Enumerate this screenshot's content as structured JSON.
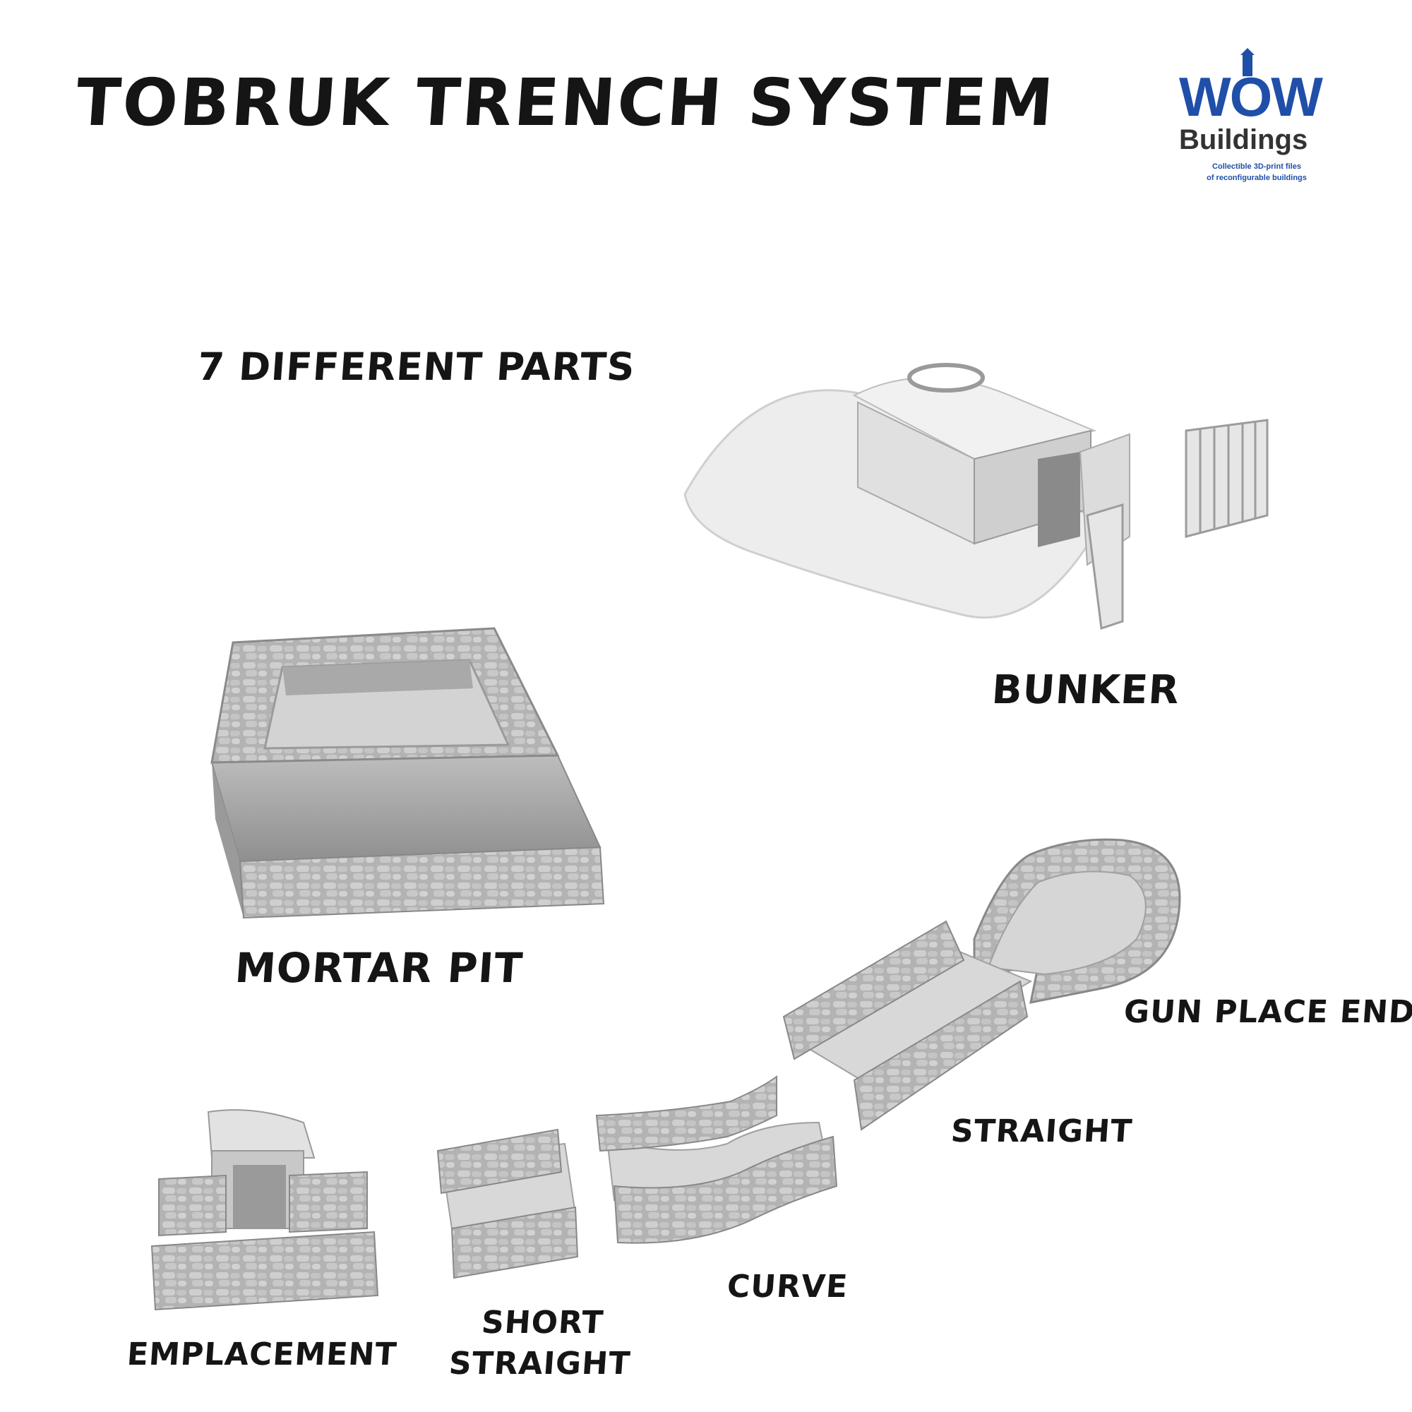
{
  "title": "TOBRUK TRENCH SYSTEM",
  "subtitle": "7 DIFFERENT PARTS",
  "logo": {
    "word": "WOW",
    "subword": "Buildings",
    "tagline_1": "Collectible 3D-print files",
    "tagline_2": "of reconfigurable buildings",
    "color": "#1f4fa8"
  },
  "parts": {
    "bunker": "BUNKER",
    "mortar_pit": "MORTAR PIT",
    "gun_place_end": "GUN PLACE END",
    "straight": "STRAIGHT",
    "curve": "CURVE",
    "short_straight_1": "SHORT",
    "short_straight_2": "STRAIGHT",
    "emplacement": "EMPLACEMENT"
  }
}
